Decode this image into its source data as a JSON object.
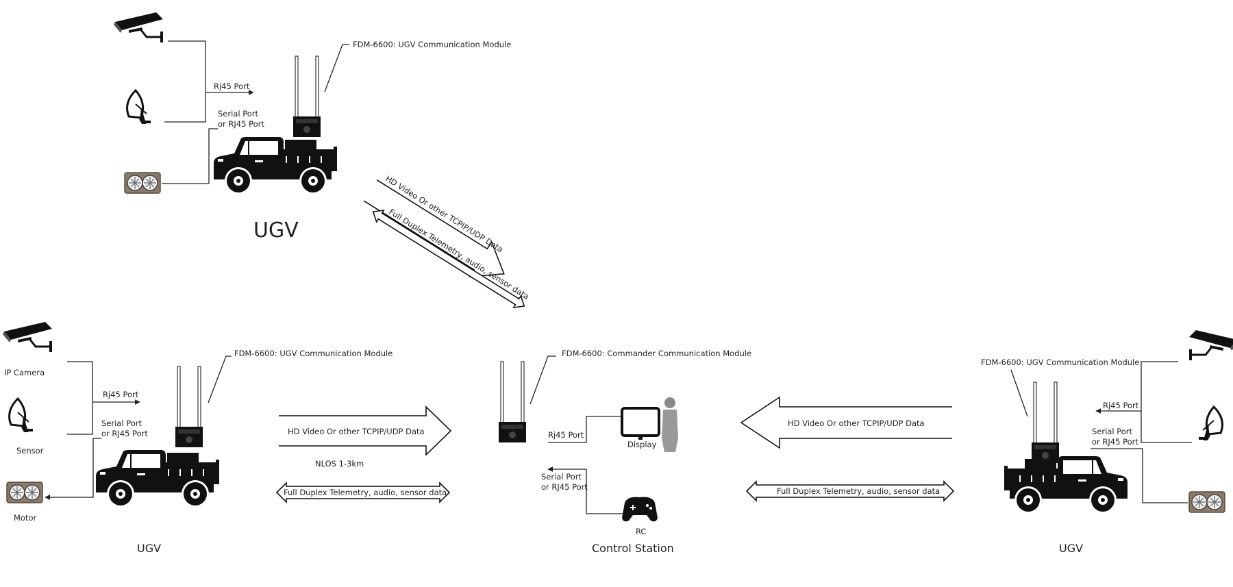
{
  "top": {
    "module_label": "FDM-6600: UGV Communication Module",
    "rj45_label": "Rj45 Port",
    "serial_label_1": "Serial Port",
    "serial_label_2": "or RJ45 Port",
    "ugv_label": "UGV",
    "arrow_video": "HD Video Or other TCPIP/UDP Data",
    "arrow_telemetry": "Full Duplex Telemetry, audio, sensor data"
  },
  "left": {
    "module_label": "FDM-6600: UGV Communication Module",
    "ip_camera": "IP  Camera",
    "sensor": "Sensor",
    "motor": "Motor",
    "rj45_label": "Rj45 Port",
    "serial_label_1": "Serial Port",
    "serial_label_2": "or RJ45 Port",
    "ugv_label": "UGV",
    "arrow_video": "HD Video Or other TCPIP/UDP Data",
    "nlos": "NLOS 1-3km",
    "arrow_telemetry": "Full Duplex Telemetry, audio, sensor data"
  },
  "center": {
    "module_label": "FDM-6600: Commander Communication Module",
    "rj45_label": "Rj45 Port",
    "display": "Display",
    "serial_label_1": "Serial Port",
    "serial_label_2": "or RJ45 Port",
    "rc": "RC",
    "station_label": "Control Station"
  },
  "right": {
    "module_label": "FDM-6600: UGV Communication Module",
    "rj45_label": "Rj45 Port",
    "serial_label_1": "Serial Port",
    "serial_label_2": "or RJ45 Port",
    "ugv_label": "UGV",
    "arrow_video": "HD Video Or other TCPIP/UDP Data",
    "arrow_telemetry": "Full Duplex Telemetry, audio, sensor data"
  },
  "icons": [
    "camera-icon",
    "satellite-dish-icon",
    "motor-icon",
    "truck-icon",
    "antenna-module-icon",
    "monitor-icon",
    "person-icon",
    "gamepad-icon"
  ]
}
